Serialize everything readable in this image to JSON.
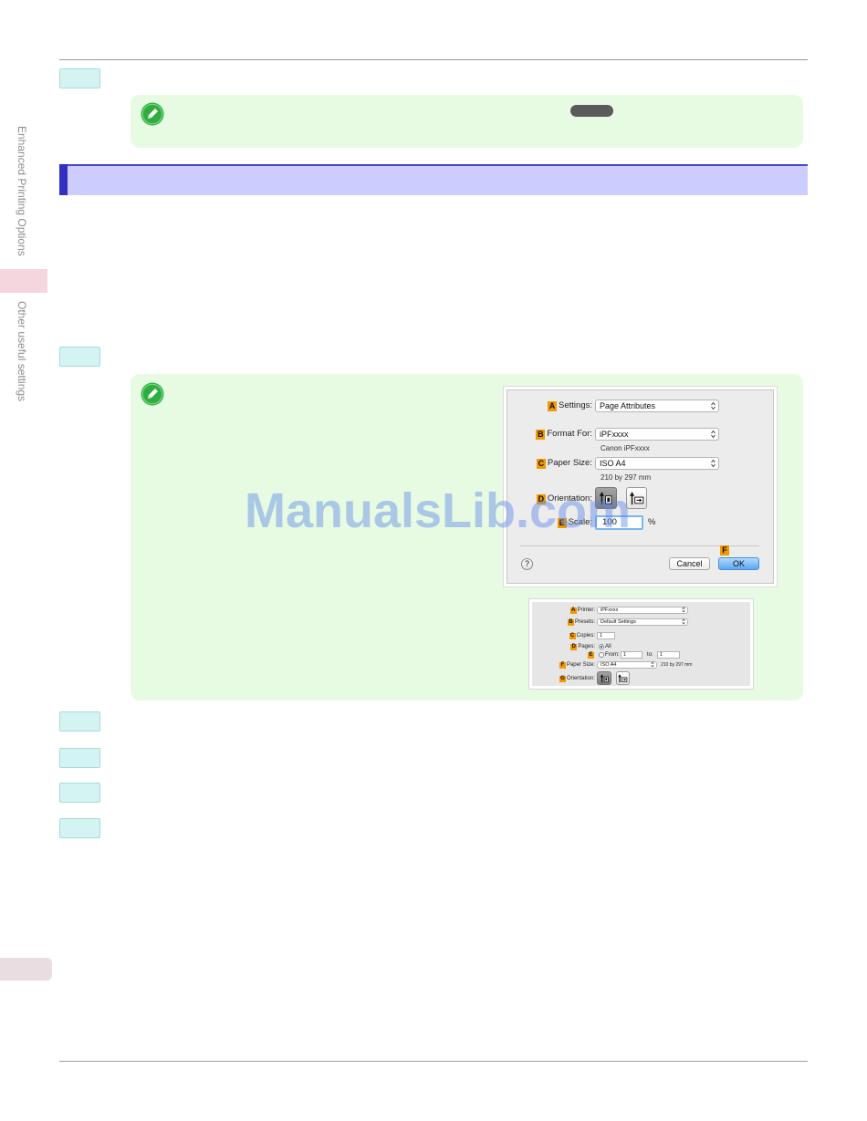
{
  "side_tabs": {
    "chapter": "Enhanced Printing Options",
    "section": "Other useful settings"
  },
  "watermark": "ManualsLib.com",
  "page_setup_dialog": {
    "settings": {
      "badge": "A",
      "label": "Settings:",
      "value": "Page Attributes"
    },
    "format_for": {
      "badge": "B",
      "label": "Format For:",
      "value": "iPFxxxx",
      "detail": "Canon iPFxxxx"
    },
    "paper_size": {
      "badge": "C",
      "label": "Paper Size:",
      "value": "ISO A4",
      "detail": "210 by 297 mm"
    },
    "orientation": {
      "badge": "D",
      "label": "Orientation:",
      "selected_icon": "portrait-icon"
    },
    "scale": {
      "badge": "E",
      "label": "Scale:",
      "value": "100",
      "unit": "%"
    },
    "ok_badge": "F",
    "help_label": "?",
    "cancel_label": "Cancel",
    "ok_label": "OK"
  },
  "print_dialog": {
    "printer": {
      "badge": "A",
      "label": "Printer:",
      "value": "iPFxxxx"
    },
    "presets": {
      "badge": "B",
      "label": "Presets:",
      "value": "Default Settings"
    },
    "copies": {
      "badge": "C",
      "label": "Copies:",
      "value": "1"
    },
    "pages": {
      "badge": "D",
      "label": "Pages:",
      "all_label": "All",
      "all_selected": true
    },
    "page_range": {
      "badge": "E",
      "from_label": "From:",
      "from_value": "1",
      "to_label": "to:",
      "to_value": "1"
    },
    "paper_size": {
      "badge": "F",
      "label": "Paper Size:",
      "value": "ISO A4",
      "detail": "210 by 297 mm"
    },
    "orientation": {
      "badge": "G",
      "label": "Orientation:",
      "selected_icon": "portrait-icon"
    }
  },
  "colors": {
    "badge": "#f39800",
    "note_background": "#e7fbe2",
    "section_bar": "#ccccff",
    "section_bar_accent": "#3030c4",
    "step_box": "#d4f4f4",
    "side_tab": "#f6d6de",
    "ok_button": "#5aa8f2"
  }
}
